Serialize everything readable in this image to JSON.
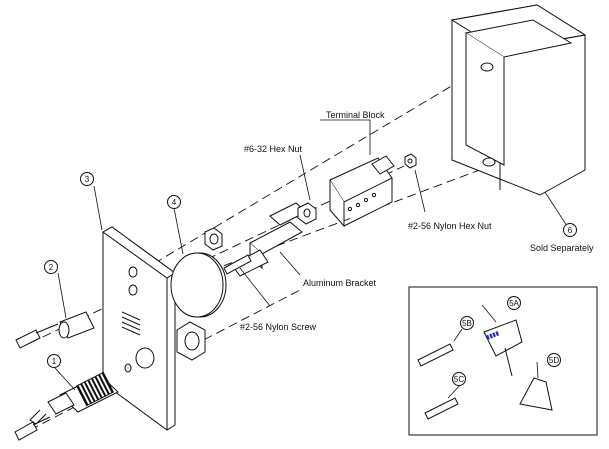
{
  "callouts": {
    "c1": "1",
    "c2": "2",
    "c3": "3",
    "c4": "4",
    "c5a": "5A",
    "c5b": "5B",
    "c5c": "5C",
    "c5d": "5D",
    "c6": "6"
  },
  "labels": {
    "terminal_block": "Terminal Block",
    "hex_nut_632": "#6-32 Hex Nut",
    "nylon_hex_nut": "#2-56 Nylon Hex Nut",
    "sold_separately": "Sold Separately",
    "aluminum_bracket": "Aluminum Bracket",
    "nylon_screw": "#2-56 Nylon Screw"
  },
  "colors": {
    "line": "#111111",
    "key_text": "#2233aa"
  }
}
